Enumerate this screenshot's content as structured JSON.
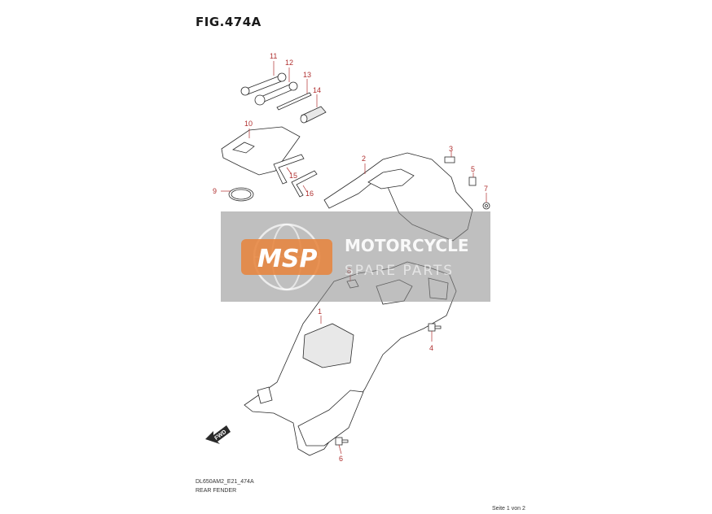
{
  "figure": {
    "title": "FIG.474A",
    "model_code": "DL650AM2_E21_474A",
    "section_name": "REAR FENDER",
    "page_label": "Seite 1 von 2"
  },
  "watermark": {
    "logo_text": "MSP",
    "brand_main": "MOTORCYCLE",
    "brand_sub": "SPARE PARTS"
  },
  "direction_marker": "FWD",
  "callouts": [
    "1",
    "2",
    "3",
    "4",
    "5",
    "6",
    "7",
    "8",
    "9",
    "10",
    "11",
    "12",
    "13",
    "14",
    "15",
    "16"
  ],
  "colors": {
    "callout": "#b03030",
    "line": "#2a2a2a",
    "watermark_box": "#8a8a8a",
    "logo_orange": "#e8823a"
  }
}
